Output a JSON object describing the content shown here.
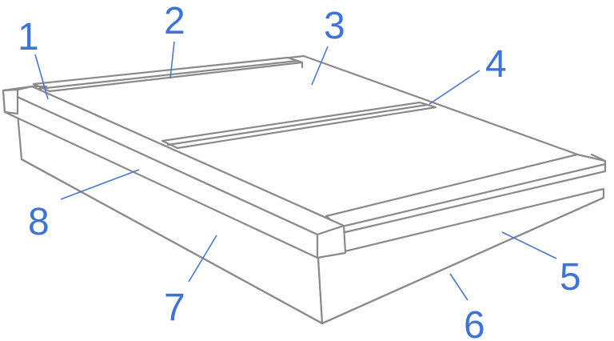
{
  "colors": {
    "line": "#8a8a8a",
    "callout": "#3e74d6",
    "leader": "#4a78d0",
    "face_fill": "#ffffff"
  },
  "callouts": [
    {
      "id": "1",
      "label": "1"
    },
    {
      "id": "2",
      "label": "2"
    },
    {
      "id": "3",
      "label": "3"
    },
    {
      "id": "4",
      "label": "4"
    },
    {
      "id": "5",
      "label": "5"
    },
    {
      "id": "6",
      "label": "6"
    },
    {
      "id": "7",
      "label": "7"
    },
    {
      "id": "8",
      "label": "8"
    }
  ]
}
